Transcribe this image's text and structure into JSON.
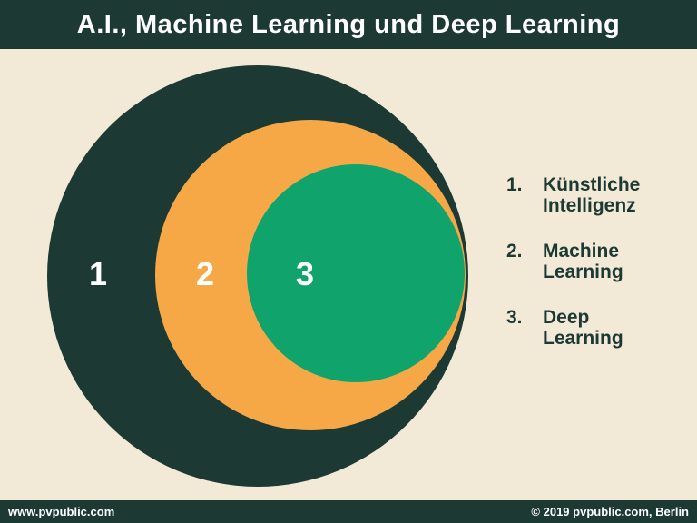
{
  "colors": {
    "dark_teal": "#1D3934",
    "orange": "#F6A847",
    "green": "#10A46C",
    "cream": "#F2E9D6",
    "white": "#FFFFFF"
  },
  "header": {
    "title": "A.I., Machine Learning und Deep Learning"
  },
  "diagram": {
    "type": "nested-circles",
    "circles": [
      {
        "number": "1",
        "label": "Künstliche Intelligenz",
        "color": "#1D3934"
      },
      {
        "number": "2",
        "label": "Machine Learning",
        "color": "#F6A847"
      },
      {
        "number": "3",
        "label": "Deep Learning",
        "color": "#10A46C"
      }
    ]
  },
  "legend": {
    "items": [
      {
        "number": "1.",
        "label": "Künstliche\nIntelligenz"
      },
      {
        "number": "2.",
        "label": "Machine\nLearning"
      },
      {
        "number": "3.",
        "label": "Deep\nLearning"
      }
    ]
  },
  "footer": {
    "left": "www.pvpublic.com",
    "right": "© 2019 pvpublic.com, Berlin"
  }
}
